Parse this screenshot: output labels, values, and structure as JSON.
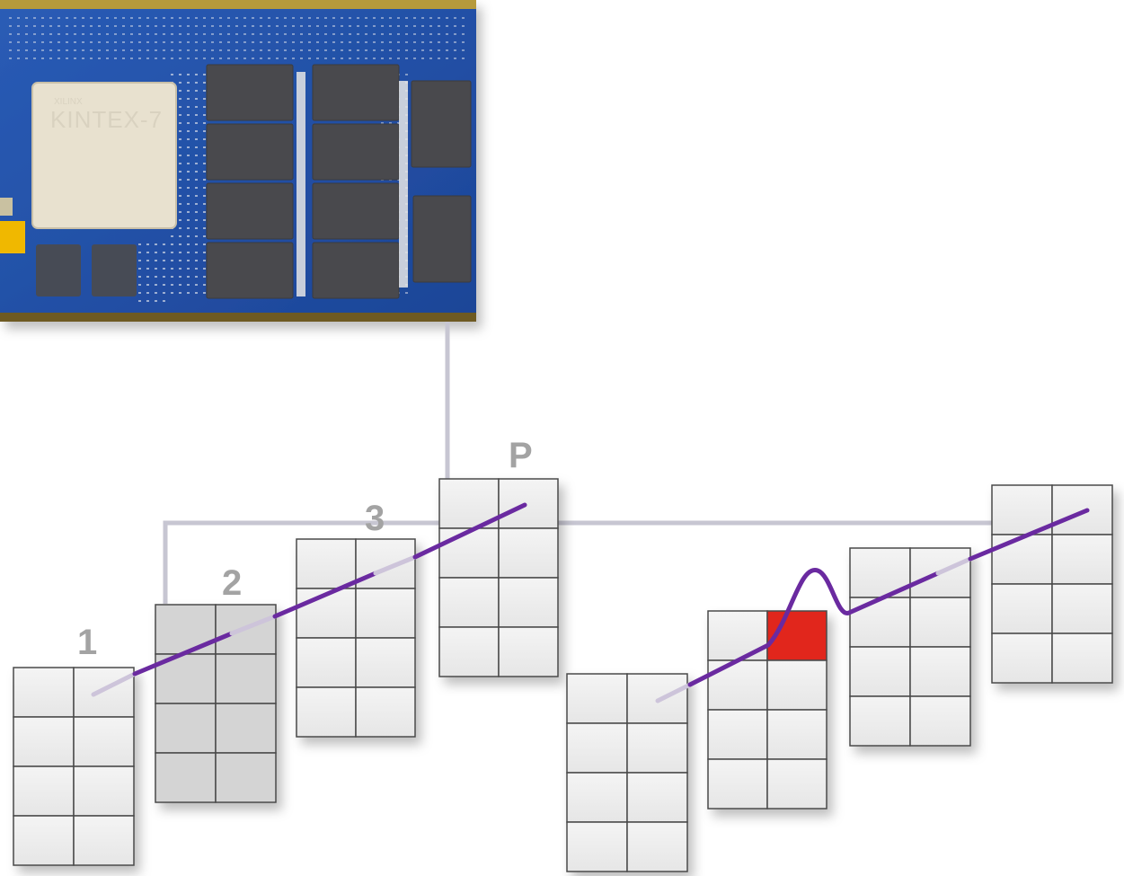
{
  "board": {
    "fpga_vendor": "XILINX",
    "fpga_family": "KINTEX-7"
  },
  "labels": {
    "row1": "1",
    "row2": "2",
    "row3": "3",
    "parity": "P"
  },
  "colors": {
    "line": "#6a2aa0",
    "line_faded": "#cdc4da",
    "connector": "#c7c6d2",
    "cell_fill": "#ececec",
    "cell_shaded": "#d4d4d4",
    "grid_stroke": "#4a4a4a",
    "highlight": "#e1261c",
    "board_blue": "#1f4fa8"
  },
  "left_group": {
    "highlighted_block": "2"
  },
  "right_group": {
    "error_cell": "block-2 row-1 col-2"
  }
}
